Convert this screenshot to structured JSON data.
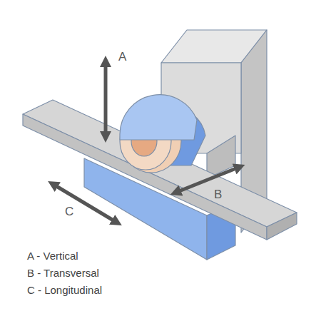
{
  "diagram": {
    "labels": [
      "A",
      "B",
      "C",
      "A - Vertical",
      "B - Transversal",
      "C - Longitudinal"
    ]
  }
}
